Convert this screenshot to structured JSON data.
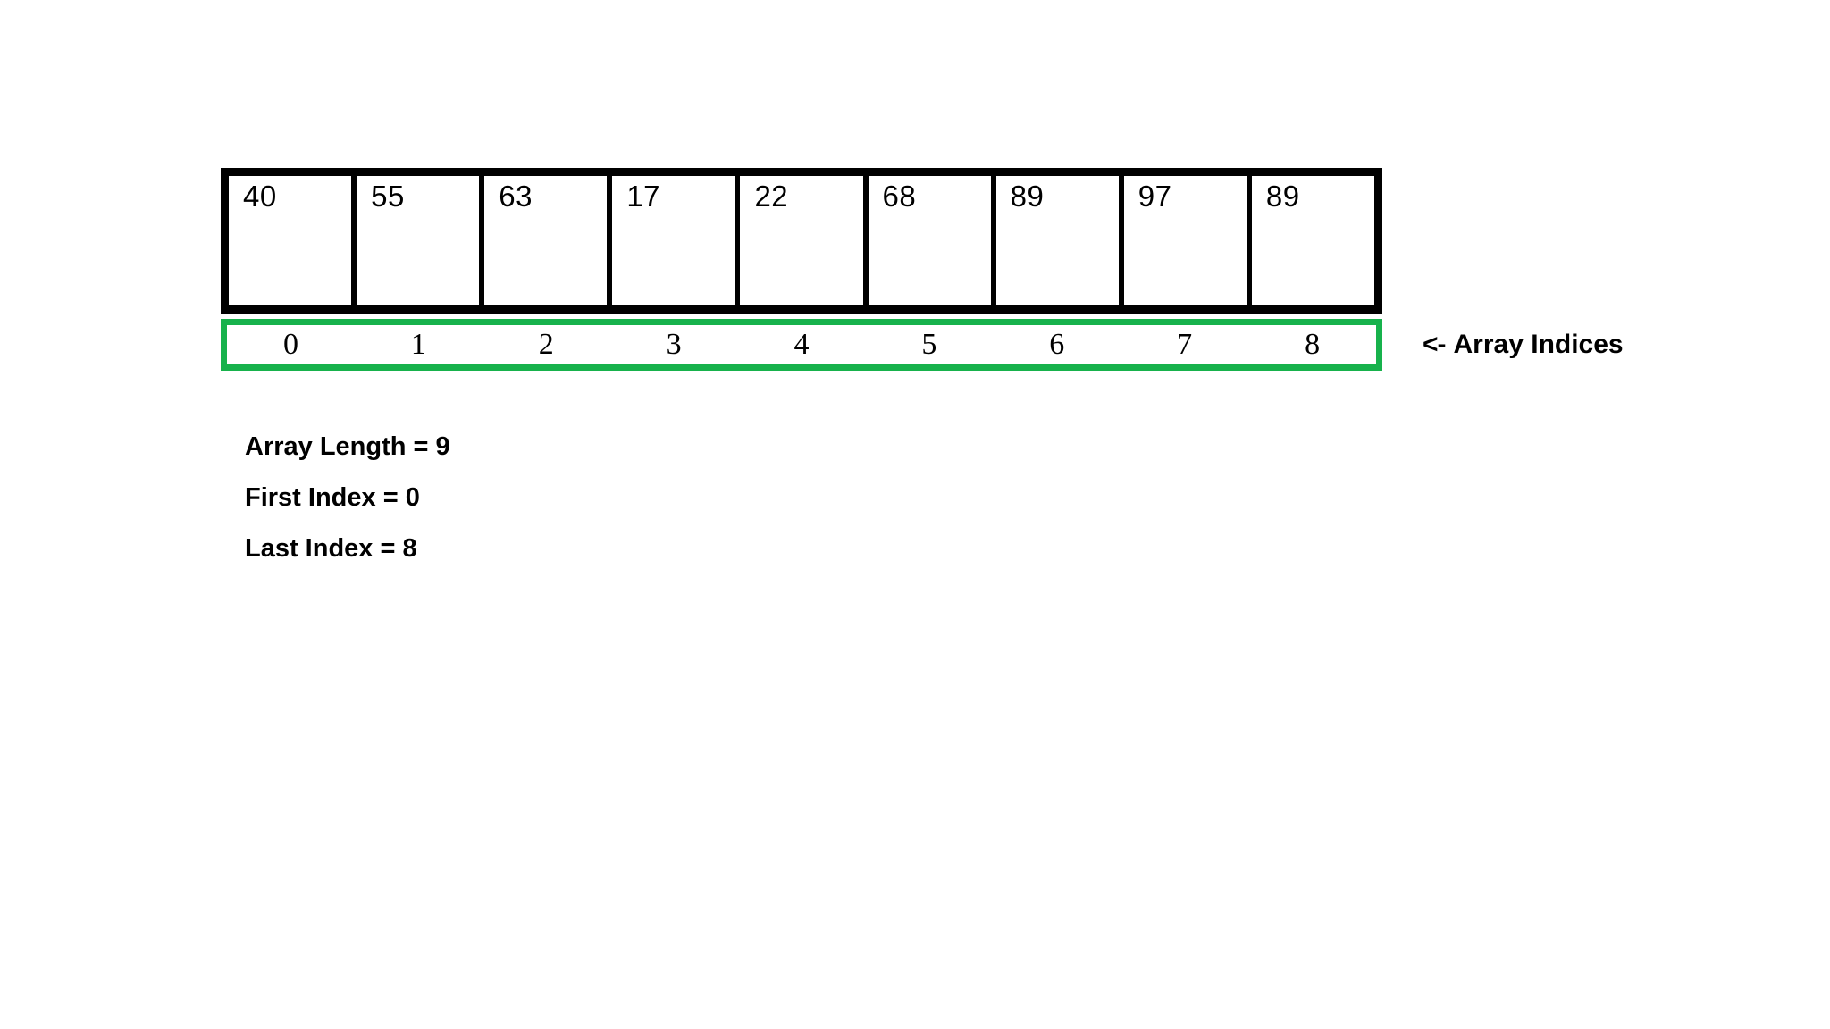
{
  "figure": {
    "title_present": false,
    "background_color": "#ffffff",
    "accent_green": "#17b24c",
    "border_color": "#000000"
  },
  "array": {
    "values": [
      "40",
      "55",
      "63",
      "17",
      "22",
      "68",
      "89",
      "97",
      "89"
    ],
    "indices": [
      "0",
      "1",
      "2",
      "3",
      "4",
      "5",
      "6",
      "7",
      "8"
    ]
  },
  "indices_label": {
    "arrow": "<-",
    "text": "Array Indices"
  },
  "facts": [
    "Array Length = 9",
    "First Index = 0",
    "Last Index = 8"
  ],
  "chart_data": {
    "type": "table",
    "title": "",
    "categories": [
      "0",
      "1",
      "2",
      "3",
      "4",
      "5",
      "6",
      "7",
      "8"
    ],
    "values": [
      40,
      55,
      63,
      17,
      22,
      68,
      89,
      97,
      89
    ],
    "xlabel": "Array Indices",
    "ylabel": "",
    "annotations": [
      "Array Length = 9",
      "First Index = 0",
      "Last Index = 8"
    ],
    "legend": [],
    "grid": false
  }
}
